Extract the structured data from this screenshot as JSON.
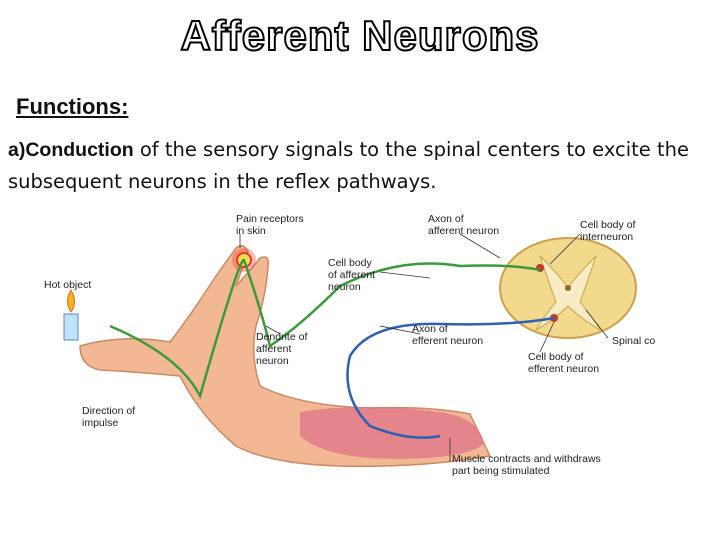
{
  "slide": {
    "title": "Afferent Neurons",
    "heading": "Functions:",
    "item_prefix": "a)",
    "item_term": "Conduction",
    "item_text": " of the sensory signals to the spinal centers to excite the subsequent neurons in the reflex pathways."
  },
  "figure": {
    "labels": {
      "pain_receptors_1": "Pain receptors",
      "pain_receptors_2": "in skin",
      "hot_object": "Hot object",
      "axon_afferent_1": "Axon of",
      "axon_afferent_2": "afferent neuron",
      "cell_body_inter_1": "Cell body of",
      "cell_body_inter_2": "interneuron",
      "cell_body_afferent_1": "Cell body",
      "cell_body_afferent_2": "of afferent",
      "cell_body_afferent_3": "neuron",
      "dendrite_1": "Dendrite of",
      "dendrite_2": "afferent",
      "dendrite_3": "neuron",
      "axon_efferent_1": "Axon of",
      "axon_efferent_2": "efferent neuron",
      "spinal_cord": "Spinal co",
      "cell_body_efferent_1": "Cell body of",
      "cell_body_efferent_2": "efferent neuron",
      "direction_1": "Direction of",
      "direction_2": "impulse",
      "muscle_1": "Muscle contracts and withdraws",
      "muscle_2": "part being stimulated"
    },
    "colors": {
      "skin": "#f2b894",
      "nerve_green": "#3c9a3c",
      "nerve_blue": "#2f5fb5",
      "cord": "#f3d98c",
      "muscle": "#e27a8a",
      "flame": "#f6b21a"
    }
  }
}
